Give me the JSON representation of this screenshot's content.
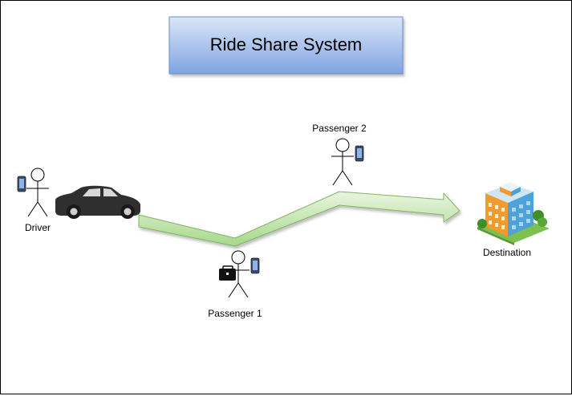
{
  "title": "Ride Share System",
  "actors": {
    "driver": {
      "label": "Driver",
      "icons": [
        "stick-figure-icon",
        "phone-icon",
        "car-icon"
      ]
    },
    "passenger1": {
      "label": "Passenger 1",
      "icons": [
        "stick-figure-icon",
        "phone-icon",
        "briefcase-icon"
      ]
    },
    "passenger2": {
      "label": "Passenger 2",
      "icons": [
        "stick-figure-icon",
        "phone-icon"
      ]
    },
    "destination": {
      "label": "Destination",
      "icons": [
        "building-icon"
      ]
    }
  },
  "colors": {
    "title_fill_top": "#dbe6f7",
    "title_fill_bottom": "#7fa4e2",
    "title_stroke": "#6c8ebf",
    "route_fill_light": "#e8f5de",
    "route_fill_dark": "#a6d88a",
    "route_stroke": "#82b366",
    "car": "#2f2f2f"
  }
}
